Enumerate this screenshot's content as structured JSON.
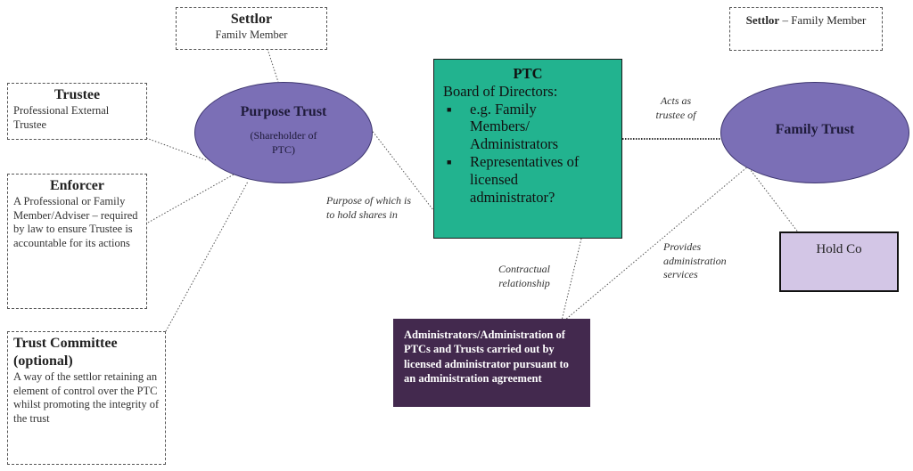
{
  "settlor_left": {
    "title": "Settlor",
    "text": "Familv Member"
  },
  "settlor_right": {
    "title": "Settlor",
    "text": " – Family Member"
  },
  "trustee": {
    "title": "Trustee",
    "text": "Professional  External Trustee"
  },
  "enforcer": {
    "title": "Enforcer",
    "text": "A Professional or Family Member/Adviser – required by law to ensure Trustee is accountable for its actions"
  },
  "trust_committee": {
    "title": "Trust Committee (optional)",
    "text": "A way of the settlor retaining an element of control over the PTC whilst promoting the integrity of the trust"
  },
  "purpose_trust": {
    "title": "Purpose Trust",
    "subtitle": "(Shareholder of PTC)"
  },
  "ptc": {
    "title": "PTC",
    "subtitle": "Board of Directors:",
    "bullets": [
      "e.g. Family Members/ Administrators",
      "Representatives of licensed administrator?"
    ]
  },
  "family_trust": {
    "title": "Family Trust"
  },
  "hold_co": {
    "label": "Hold Co"
  },
  "administrators": {
    "text": "Administrators/Administration of PTCs and Trusts carried out by licensed administrator pursuant to an administration agreement"
  },
  "labels": {
    "acts_as_trustee": "Acts as trustee of",
    "purpose_of": "Purpose of which is to hold shares in",
    "contractual": "Contractual relationship",
    "provides_admin": "Provides administration services"
  },
  "colors": {
    "ellipse_fill": "#7b6fb6",
    "ptc_fill": "#22b38f",
    "admin_fill": "#43294e",
    "holdco_fill": "#d3c6e6"
  }
}
